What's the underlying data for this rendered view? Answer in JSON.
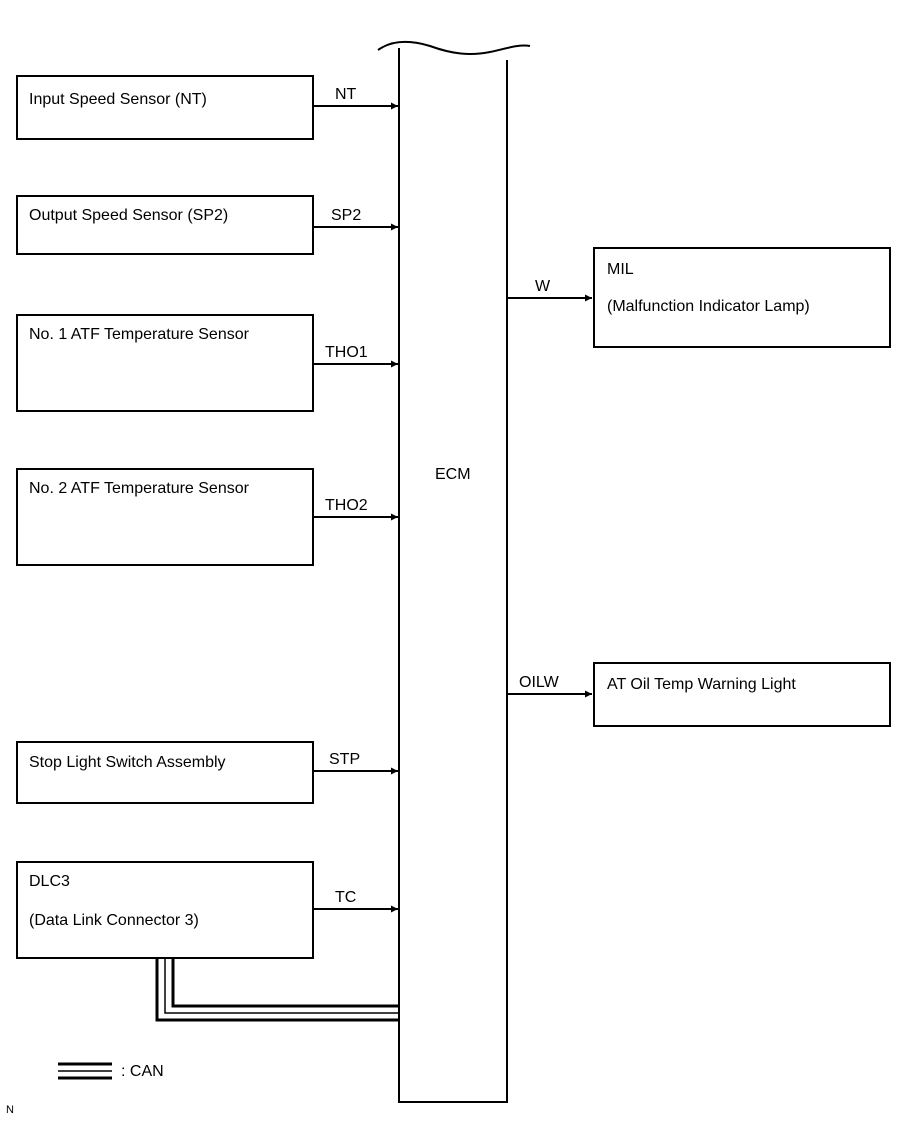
{
  "ecm": {
    "label": "ECM"
  },
  "inputs": [
    {
      "lines": [
        "Input Speed Sensor (NT)"
      ],
      "signal": "NT"
    },
    {
      "lines": [
        "Output Speed Sensor (SP2)"
      ],
      "signal": "SP2"
    },
    {
      "lines": [
        "No. 1 ATF Temperature Sensor"
      ],
      "signal": "THO1"
    },
    {
      "lines": [
        "No. 2 ATF Temperature Sensor"
      ],
      "signal": "THO2"
    },
    {
      "lines": [
        "Stop Light Switch Assembly"
      ],
      "signal": "STP"
    },
    {
      "lines": [
        "DLC3",
        "(Data Link Connector 3)"
      ],
      "signal": "TC"
    }
  ],
  "outputs": [
    {
      "lines": [
        "MIL",
        "(Malfunction Indicator Lamp)"
      ],
      "signal": "W"
    },
    {
      "lines": [
        "AT Oil Temp Warning Light"
      ],
      "signal": "OILW"
    }
  ],
  "legend": {
    "label": ": CAN"
  },
  "corner_mark": "N"
}
